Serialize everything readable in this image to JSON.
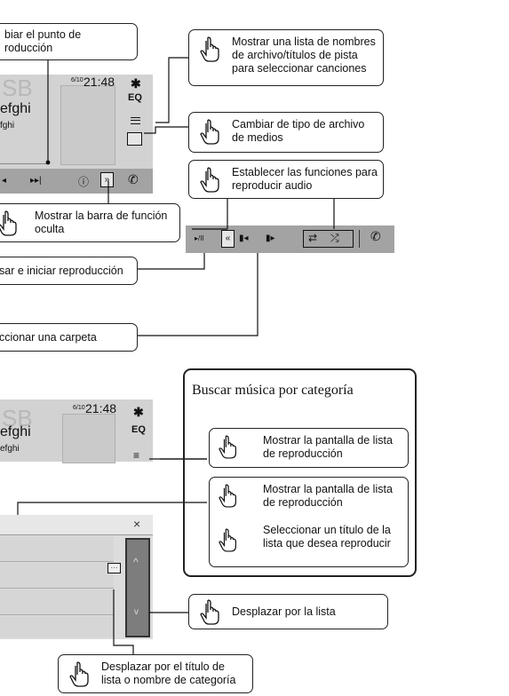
{
  "top_screen": {
    "date": "6/10",
    "time": "21:48",
    "eq_label": "EQ",
    "title_partial": "efghi",
    "artist_partial": "fghi",
    "ghost_text": "SB"
  },
  "lower_screen": {
    "date": "6/10",
    "time": "21:48",
    "eq_label": "EQ",
    "title_partial": "efghi",
    "artist_partial": "efghi",
    "ghost_text": "SB"
  },
  "callouts": {
    "change_point": "Cambiar el punto de reproducción",
    "change_point_visible": "biar el punto de\nroducción",
    "show_list": "Mostrar una lista de nombres de archivo/títulos de pista para seleccionar canciones",
    "change_type": "Cambiar de tipo de archivo de medios",
    "set_functions": "Establecer las funciones para reproducir audio",
    "show_bar": "Mostrar la barra de función oculta",
    "pause_play": "sar e iniciar reproducción",
    "select_folder": "ccionar una carpeta",
    "scroll_list": "Desplazar por la lista",
    "scroll_title": "Desplazar por el título de lista o nombre de categoría"
  },
  "category_panel": {
    "title": "Buscar música por categoría",
    "item1": "Mostrar la pantalla de lista de reproducción",
    "item2": "Mostrar la pantalla de lista de reproducción",
    "item3": "Seleccionar un título de la lista que desea reproducir"
  },
  "icons": {
    "hand": "pointing-hand-icon",
    "gear": "gear-icon",
    "menu": "menu-icon",
    "phone": "phone-icon",
    "close": "close-icon"
  }
}
